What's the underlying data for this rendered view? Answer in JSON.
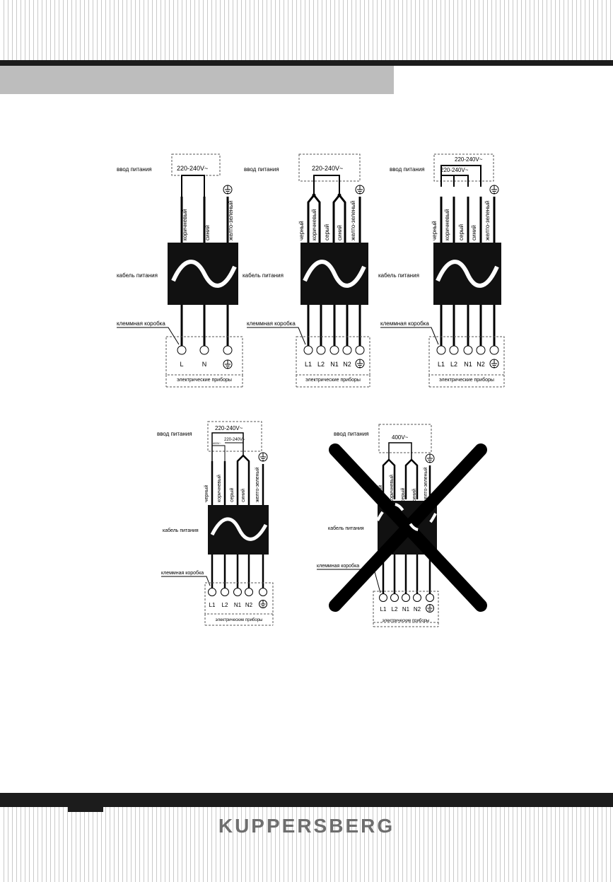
{
  "brand": "KUPPERSBERG",
  "diagrams": [
    {
      "id": "single-phase",
      "power_input": "ввод питания",
      "voltage": "220-240V~",
      "cable": "кабель питания",
      "terminal_box": "клеммная коробка",
      "appliance": "электрические приборы",
      "wires": [
        "коричневый",
        "синий",
        "желто-зеленый"
      ],
      "terminals": [
        "L",
        "N"
      ]
    },
    {
      "id": "single-phase-bridged",
      "power_input": "ввод питания",
      "voltage": "220-240V~",
      "cable": "кабель питания",
      "terminal_box": "клеммная коробка",
      "appliance": "электрические приборы",
      "wires": [
        "черный",
        "коричневый",
        "серый",
        "синий",
        "желто-зеленый"
      ],
      "terminals": [
        "L1",
        "L2",
        "N1",
        "N2"
      ]
    },
    {
      "id": "two-phase",
      "power_input": "ввод питания",
      "voltage_outer": "220-240V~",
      "voltage_inner": "220-240V~",
      "cable": "кабель питания",
      "terminal_box": "клеммная коробка",
      "appliance": "электрические приборы",
      "wires": [
        "черный",
        "коричневый",
        "серый",
        "синий",
        "желто-зеленый"
      ],
      "terminals": [
        "L1",
        "L2",
        "N1",
        "N2"
      ]
    },
    {
      "id": "two-phase-400",
      "power_input": "ввод питания",
      "voltage_outer": "220-240V~",
      "voltage_small": "400V~",
      "voltage_inner": "220-240V~",
      "cable": "кабель питания",
      "terminal_box": "клеммная коробка",
      "appliance": "электрические приборы",
      "wires": [
        "черный",
        "коричневый",
        "серый",
        "синий",
        "желто-зеленый"
      ],
      "terminals": [
        "L1",
        "L2",
        "N1",
        "N2"
      ]
    },
    {
      "id": "forbidden-400",
      "power_input": "ввод питания",
      "voltage": "400V~",
      "cable": "кабель питания",
      "terminal_box": "клеммная коробка",
      "appliance": "электрические приборы",
      "wires": [
        "черный",
        "коричневый",
        "серый",
        "синий",
        "желто-зеленый"
      ],
      "terminals": [
        "L1",
        "L2",
        "N1",
        "N2"
      ]
    }
  ]
}
